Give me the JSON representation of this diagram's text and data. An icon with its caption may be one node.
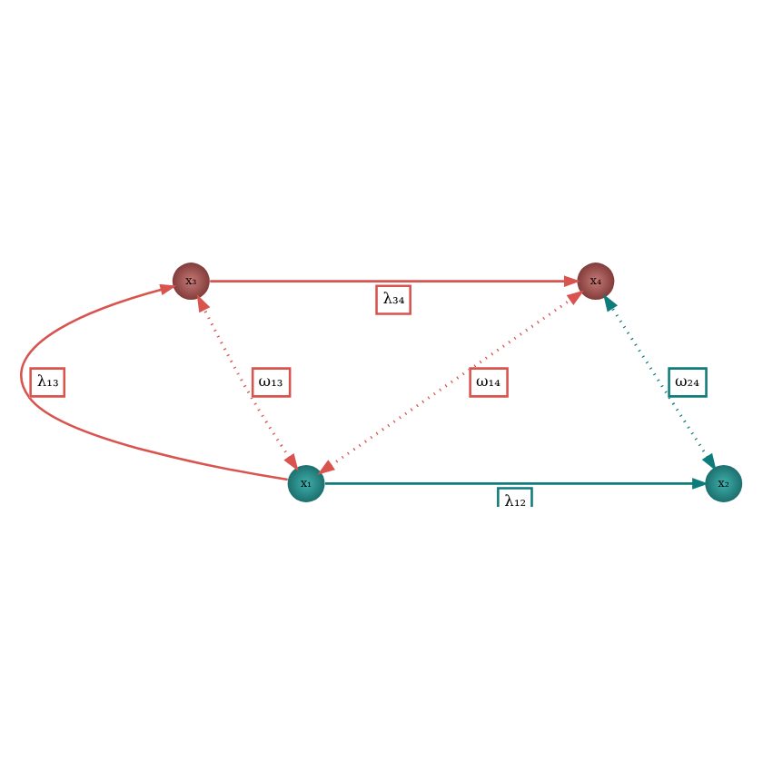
{
  "diagram": {
    "nodes": [
      {
        "text": [
          "x₁"
        ]
      },
      {
        "text": [
          "x₂"
        ]
      },
      {
        "text": [
          "x₃"
        ]
      },
      {
        "text": [
          "x₄"
        ]
      }
    ],
    "edges": [
      {
        "from": 0,
        "to": 1,
        "arrow": "to",
        "label": "λ₁₂",
        "color": "#0e7c7b"
      },
      {
        "from": 0,
        "to": 2,
        "arrow": "to",
        "label": "λ₁₃"
      },
      {
        "from": 2,
        "to": 3,
        "arrow": "to",
        "label": "λ₃₄"
      },
      {
        "from": 0,
        "to": 2,
        "arrow": "both",
        "label": "ω₁₃",
        "style": "dashed"
      },
      {
        "from": 0,
        "to": 3,
        "arrow": "both",
        "label": "ω₁₄",
        "style": "dashed"
      },
      {
        "from": 1,
        "to": 3,
        "arrow": "both",
        "label": "ω₂₄",
        "style": "dashed",
        "color": "#0e7c7b"
      }
    ]
  }
}
